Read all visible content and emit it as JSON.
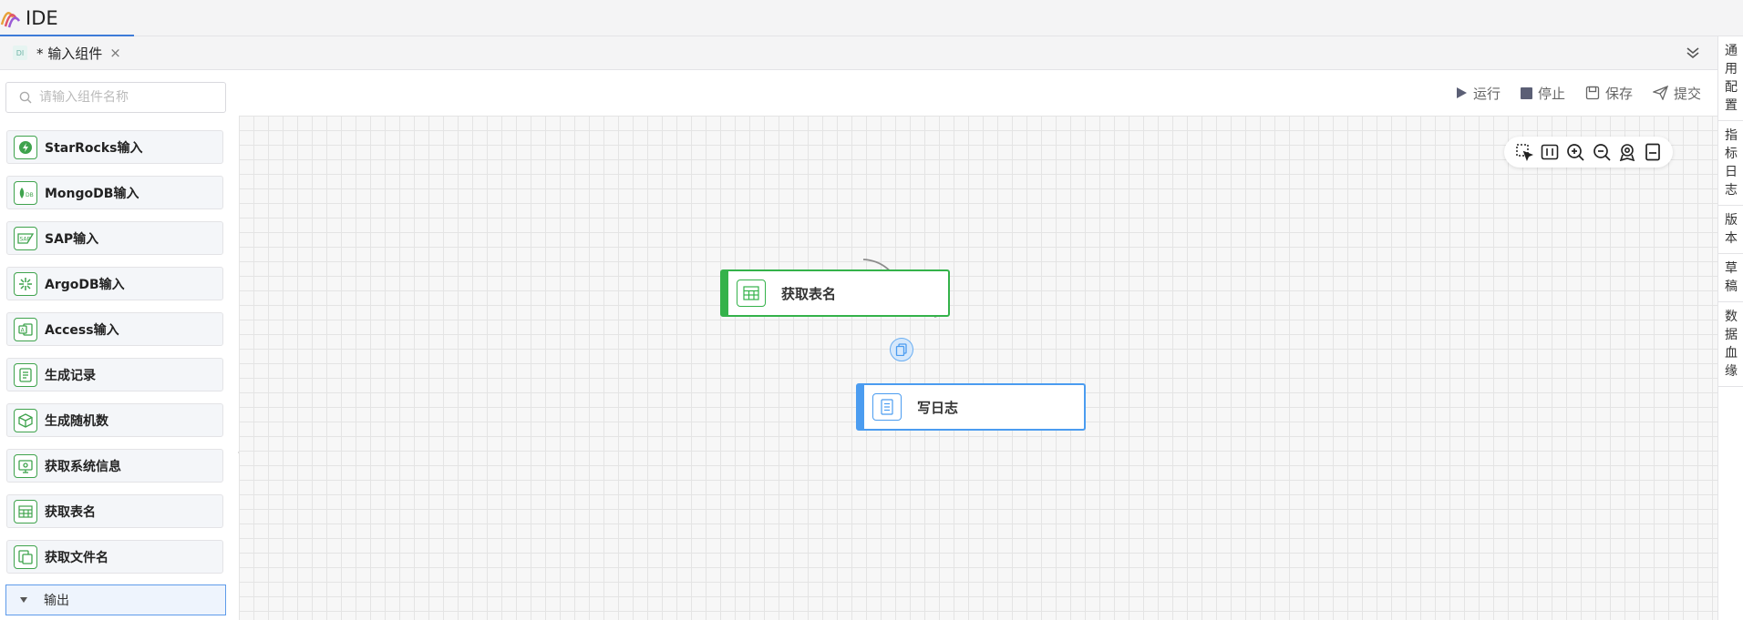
{
  "app": {
    "title": "IDE"
  },
  "tab": {
    "icon_text": "DI",
    "label": "* 输入组件",
    "close": "×"
  },
  "search": {
    "placeholder": "请输入组件名称"
  },
  "components": [
    {
      "label": "StarRocks输入",
      "icon": "starrocks-icon"
    },
    {
      "label": "MongoDB输入",
      "icon": "mongodb-icon"
    },
    {
      "label": "SAP输入",
      "icon": "sap-icon"
    },
    {
      "label": "ArgoDB输入",
      "icon": "argodb-icon"
    },
    {
      "label": "Access输入",
      "icon": "access-icon"
    },
    {
      "label": "生成记录",
      "icon": "generate-records-icon"
    },
    {
      "label": "生成随机数",
      "icon": "random-number-icon"
    },
    {
      "label": "获取系统信息",
      "icon": "system-info-icon"
    },
    {
      "label": "获取表名",
      "icon": "table-name-icon"
    },
    {
      "label": "获取文件名",
      "icon": "file-name-icon"
    }
  ],
  "output_section": {
    "label": "输出"
  },
  "toolbar": {
    "run": "运行",
    "stop": "停止",
    "save": "保存",
    "submit": "提交"
  },
  "right_panel": [
    {
      "label": "通用配置",
      "chars": [
        "通",
        "用",
        "配",
        "置"
      ]
    },
    {
      "label": "指标日志",
      "chars": [
        "指",
        "标",
        "日",
        "志"
      ]
    },
    {
      "label": "版本",
      "chars": [
        "版",
        "本"
      ]
    },
    {
      "label": "草稿",
      "chars": [
        "草",
        "稿"
      ]
    },
    {
      "label": "数据血缘",
      "chars": [
        "数",
        "据",
        "血",
        "缘"
      ]
    }
  ],
  "nodes": {
    "source": {
      "label": "获取表名",
      "color": "#34b24a"
    },
    "target": {
      "label": "写日志",
      "color": "#4b9cf0"
    }
  },
  "colors": {
    "accent": "#3d7bd8",
    "green": "#34b24a",
    "blue": "#4b9cf0"
  }
}
